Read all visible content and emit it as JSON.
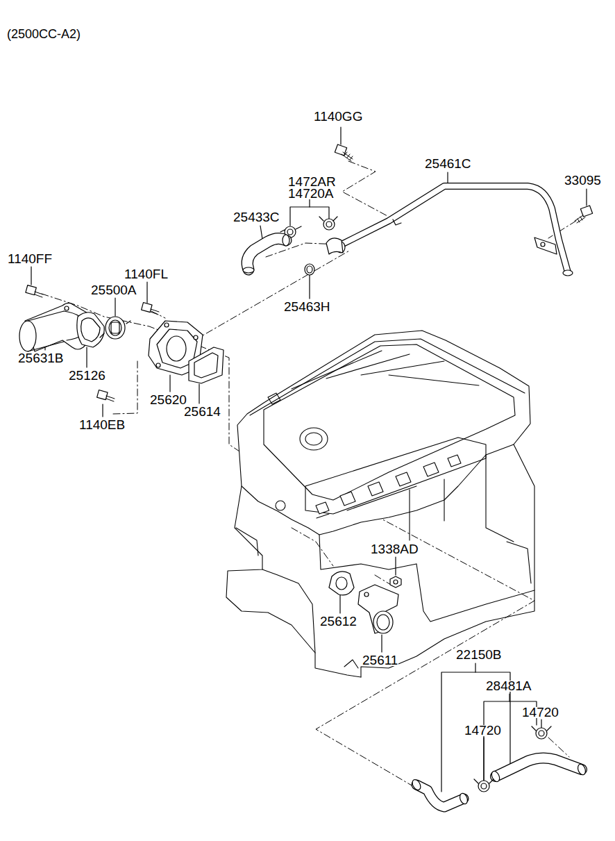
{
  "diagram": {
    "title": "(2500CC-A2)",
    "labels": [
      "1140GG",
      "1472AR",
      "14720A",
      "25461C",
      "33095",
      "25433C",
      "1140FF",
      "1140FL",
      "25500A",
      "25463H",
      "25631B",
      "25126",
      "25620",
      "25614",
      "1140EB",
      "1338AD",
      "25612",
      "25611",
      "22150B",
      "28481A",
      "14720",
      "14720"
    ]
  }
}
